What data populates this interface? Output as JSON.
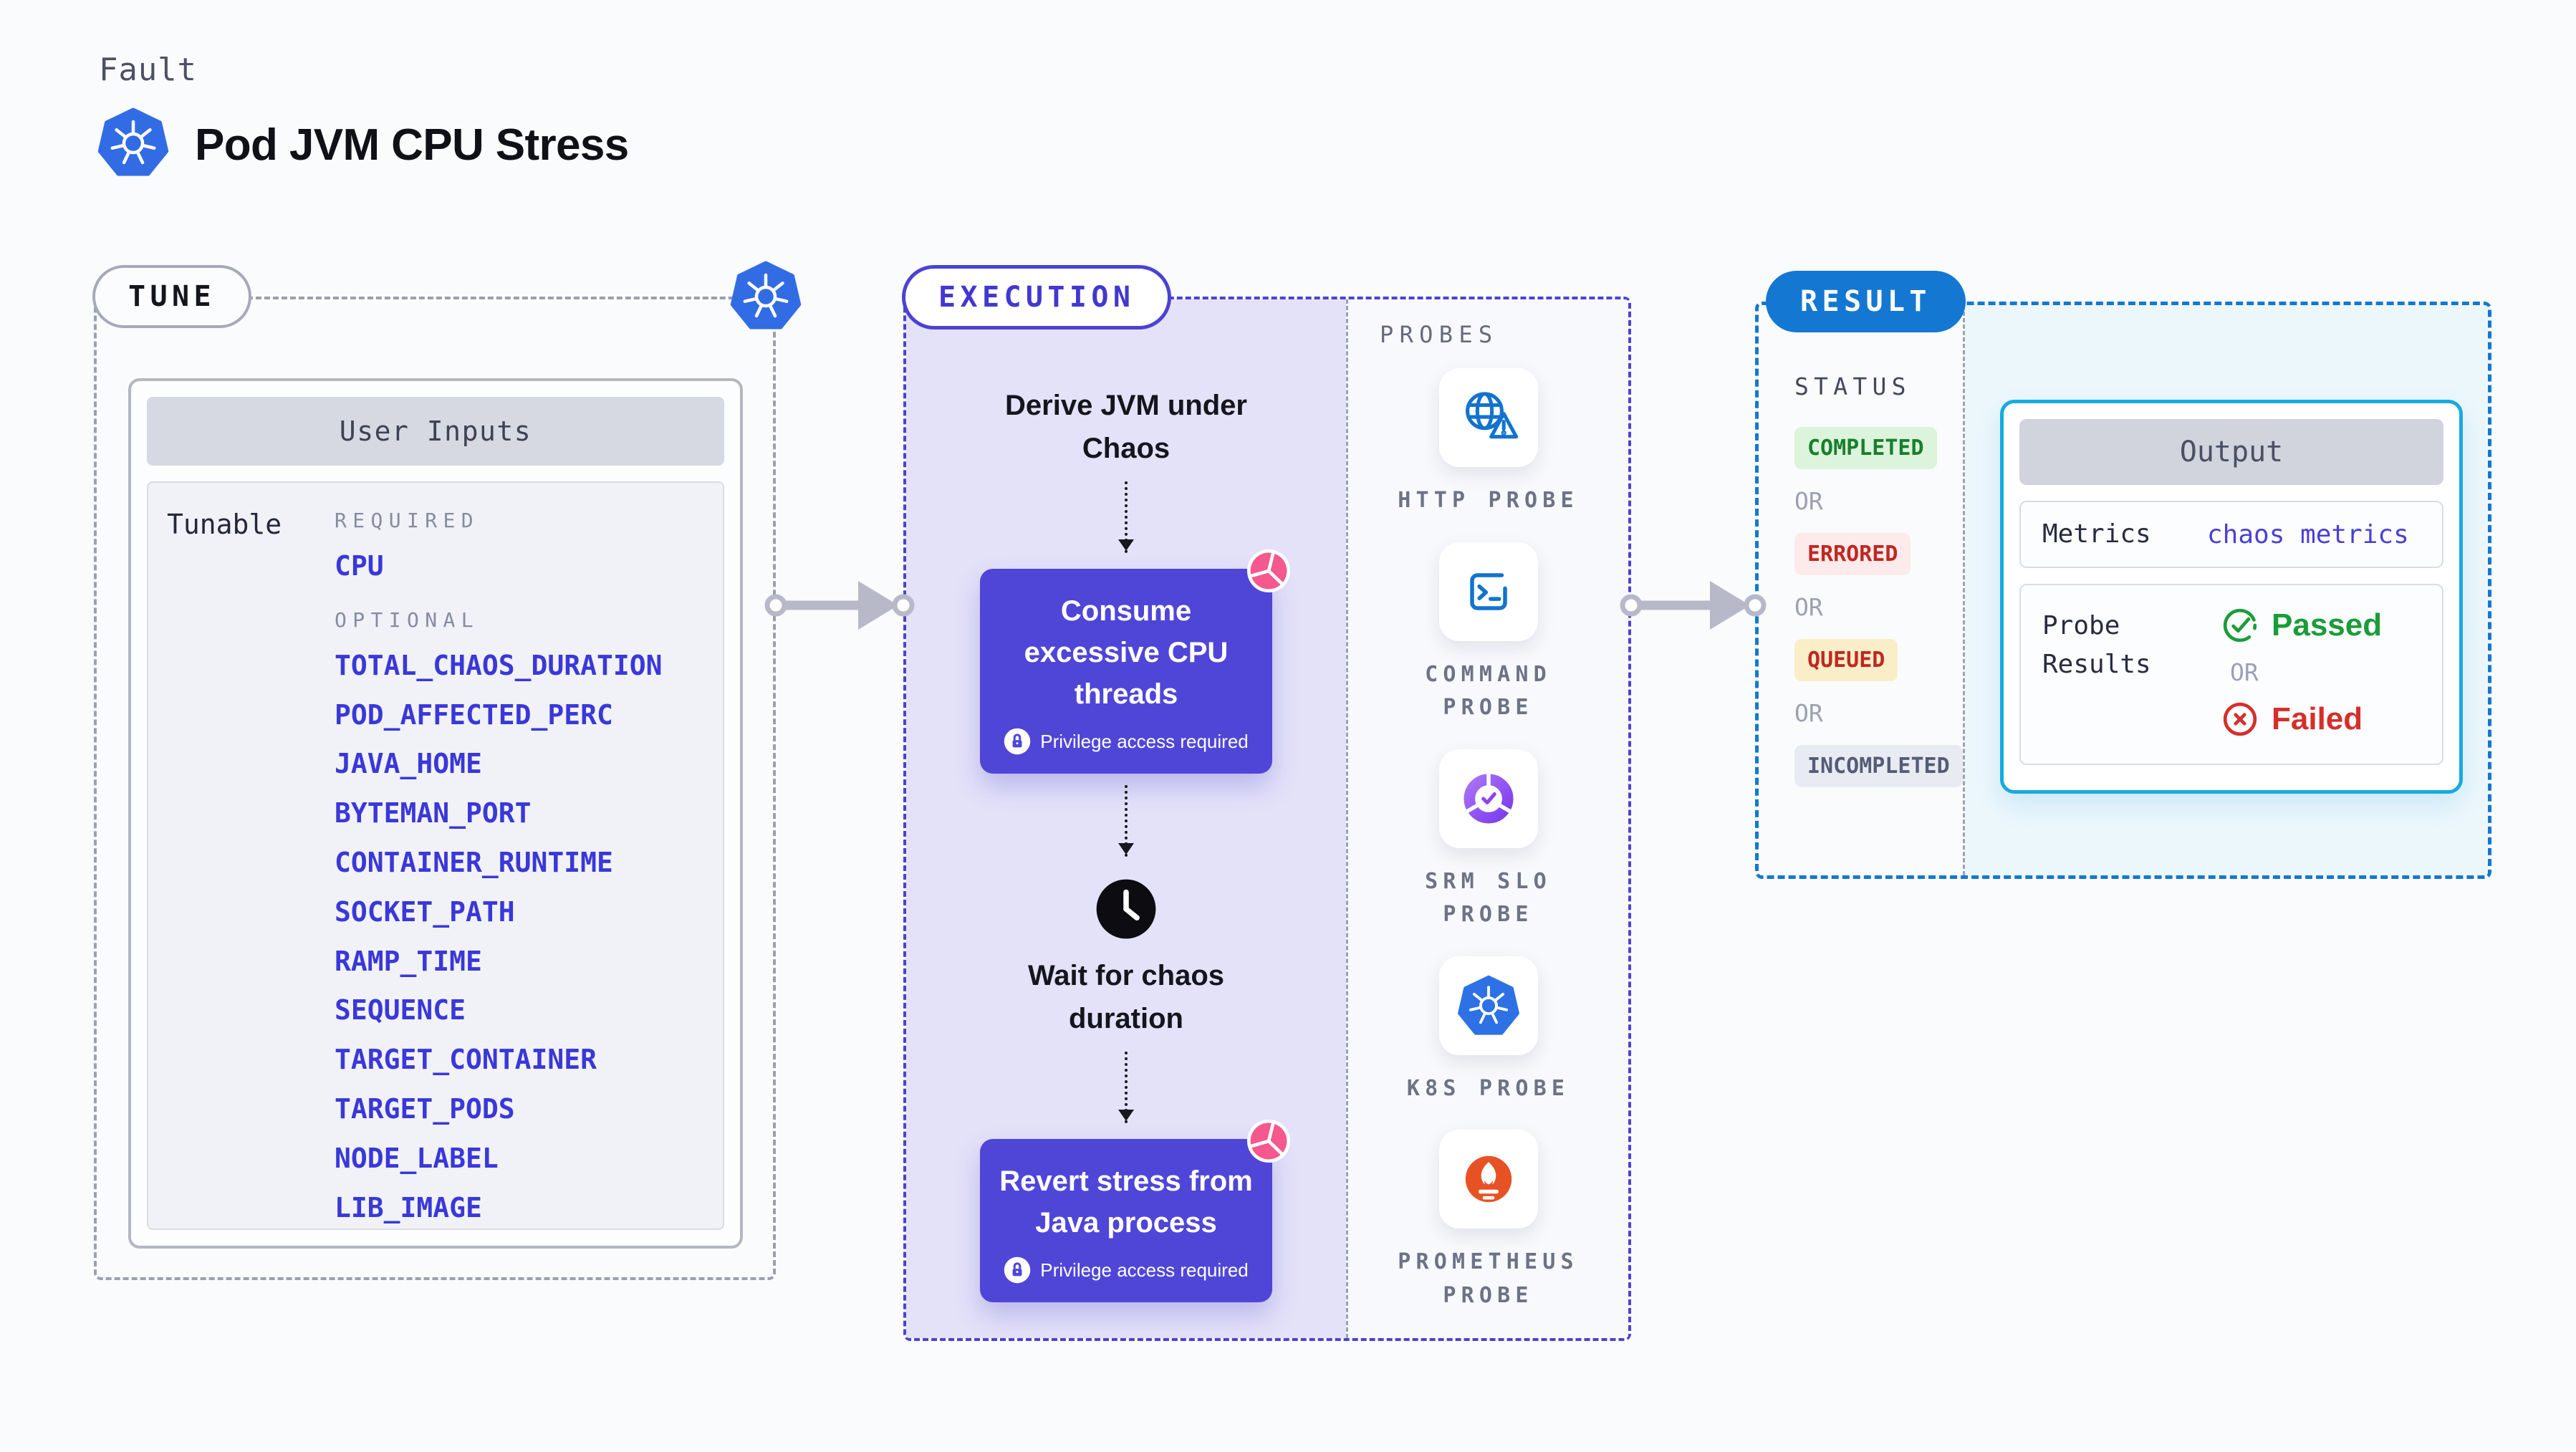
{
  "header": {
    "kicker": "Fault",
    "title": "Pod JVM CPU Stress"
  },
  "tune": {
    "badge": "TUNE",
    "card_header": "User Inputs",
    "row_label": "Tunable",
    "required_label": "REQUIRED",
    "required_items": [
      "CPU"
    ],
    "optional_label": "OPTIONAL",
    "optional_items": [
      "TOTAL_CHAOS_DURATION",
      "POD_AFFECTED_PERC",
      "JAVA_HOME",
      "BYTEMAN_PORT",
      "CONTAINER_RUNTIME",
      "SOCKET_PATH",
      "RAMP_TIME",
      "SEQUENCE",
      "TARGET_CONTAINER",
      "TARGET_PODS",
      "NODE_LABEL",
      "LIB_IMAGE"
    ]
  },
  "execution": {
    "badge": "EXECUTION",
    "step1": "Derive JVM under Chaos",
    "step2": "Consume excessive CPU threads",
    "step3": "Wait for chaos duration",
    "step4": "Revert stress from Java process",
    "privilege_note": "Privilege access required"
  },
  "probes": {
    "label": "PROBES",
    "items": [
      {
        "name": "HTTP PROBE",
        "icon": "http-probe-icon"
      },
      {
        "name": "COMMAND PROBE",
        "icon": "command-probe-icon"
      },
      {
        "name": "SRM SLO PROBE",
        "icon": "srm-slo-probe-icon"
      },
      {
        "name": "K8S PROBE",
        "icon": "k8s-probe-icon"
      },
      {
        "name": "PROMETHEUS PROBE",
        "icon": "prometheus-probe-icon"
      }
    ]
  },
  "result": {
    "badge": "RESULT",
    "status_label": "STATUS",
    "or_label": "OR",
    "statuses": [
      {
        "label": "COMPLETED",
        "type": "completed"
      },
      {
        "label": "ERRORED",
        "type": "errored"
      },
      {
        "label": "QUEUED",
        "type": "queued"
      },
      {
        "label": "INCOMPLETED",
        "type": "incompleted"
      }
    ],
    "output": {
      "header": "Output",
      "metrics_label": "Metrics",
      "metrics_value": "chaos metrics",
      "probe_results_label": "Probe Results",
      "passed_label": "Passed",
      "failed_label": "Failed"
    }
  },
  "icons": {
    "kubernetes-icon": "blue heptagon with white helm wheel",
    "http-probe-icon": "globe with warning triangle",
    "command-probe-icon": "terminal prompt >_",
    "srm-slo-probe-icon": "segmented purple donut with check",
    "k8s-probe-icon": "kubernetes helm wheel",
    "prometheus-probe-icon": "orange torch flame",
    "clock-icon": "black clock face",
    "lock-icon": "padlock in white circle",
    "pinwheel-icon": "pink chaos pinwheel",
    "check-circle-icon": "green circled check",
    "x-circle-icon": "red circled x",
    "arrow-icon": "grey right arrow connector"
  },
  "colors": {
    "page_bg": "#fafbfd",
    "tune_dash": "#9ba0ae",
    "execution_accent": "#4b42d4",
    "execution_bg": "#e4e2f9",
    "action_box": "#4f46d8",
    "result_accent": "#1478d0",
    "result_bg": "#ecf7fc",
    "output_border": "#16abe0",
    "link_indigo": "#3a38d8",
    "kubernetes_blue": "#326ce5",
    "probe_icon_blue": "#1273ce",
    "srm_purple": "#9355f2",
    "prometheus_orange": "#e75225",
    "pinwheel_pink": "#f4588c",
    "completed_green": "#187f2c",
    "errored_red": "#c02723",
    "queued_yellow_bg": "#f9eec7",
    "incompleted_grey": "#555c76",
    "passed_green": "#1b9c39",
    "failed_red": "#d52f2b",
    "arrow_grey": "#b7b9c8"
  }
}
